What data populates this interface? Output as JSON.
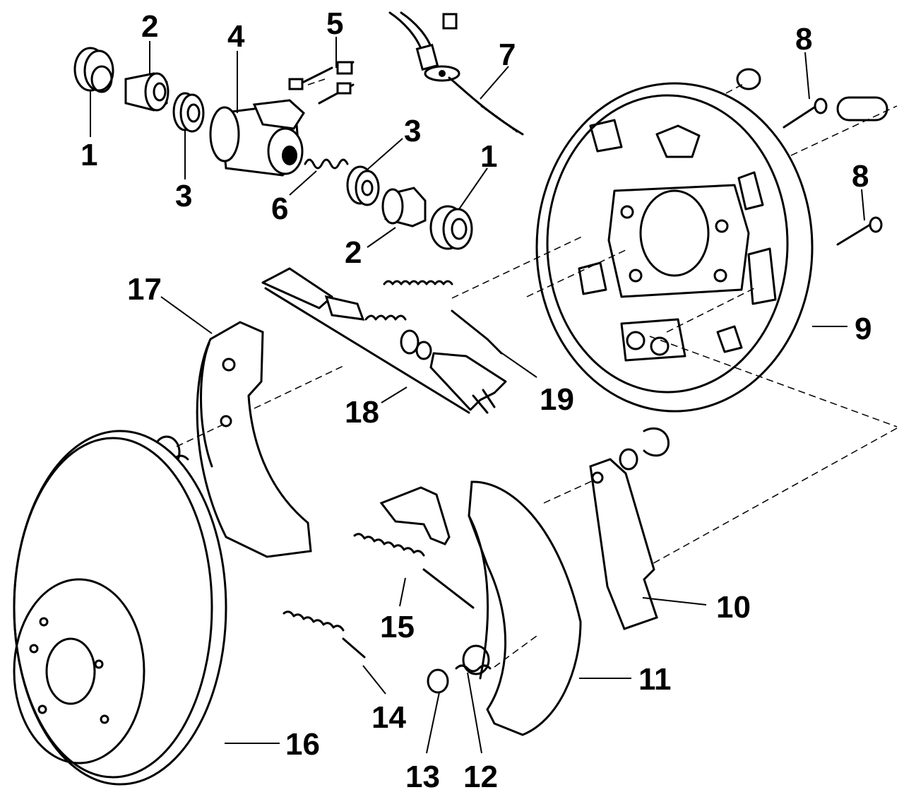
{
  "diagram": {
    "callouts": [
      {
        "id": "c1a",
        "text": "1"
      },
      {
        "id": "c2a",
        "text": "2"
      },
      {
        "id": "c3a",
        "text": "3"
      },
      {
        "id": "c4",
        "text": "4"
      },
      {
        "id": "c5",
        "text": "5"
      },
      {
        "id": "c7",
        "text": "7"
      },
      {
        "id": "c8a",
        "text": "8"
      },
      {
        "id": "c3b",
        "text": "3"
      },
      {
        "id": "c1b",
        "text": "1"
      },
      {
        "id": "c6",
        "text": "6"
      },
      {
        "id": "c2b",
        "text": "2"
      },
      {
        "id": "c8b",
        "text": "8"
      },
      {
        "id": "c9",
        "text": "9"
      },
      {
        "id": "c17",
        "text": "17"
      },
      {
        "id": "c19",
        "text": "19"
      },
      {
        "id": "c18",
        "text": "18"
      },
      {
        "id": "c10",
        "text": "10"
      },
      {
        "id": "c15",
        "text": "15"
      },
      {
        "id": "c11",
        "text": "11"
      },
      {
        "id": "c14",
        "text": "14"
      },
      {
        "id": "c16",
        "text": "16"
      },
      {
        "id": "c13",
        "text": "13"
      },
      {
        "id": "c12",
        "text": "12"
      }
    ]
  }
}
